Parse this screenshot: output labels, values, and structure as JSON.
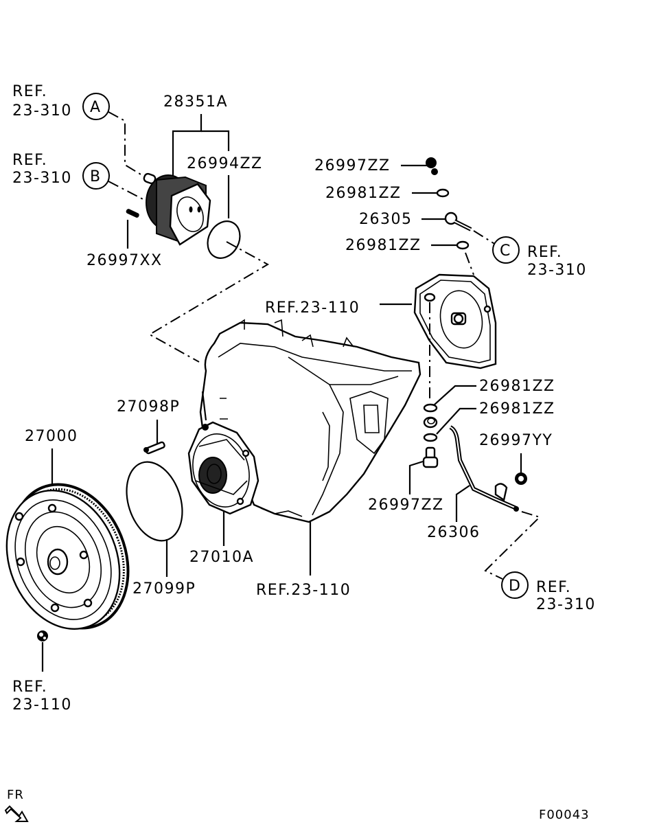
{
  "diagram": {
    "title_code": "F00043",
    "orientation": {
      "label": "FR",
      "icon": "front-arrow-icon"
    },
    "callouts": [
      {
        "letter": "A",
        "ref_line1": "REF.",
        "ref_line2": "23-310"
      },
      {
        "letter": "B",
        "ref_line1": "REF.",
        "ref_line2": "23-310"
      },
      {
        "letter": "C",
        "ref_line1": "REF.",
        "ref_line2": "23-310"
      },
      {
        "letter": "D",
        "ref_line1": "REF.",
        "ref_line2": "23-310"
      }
    ],
    "parts": {
      "oil_cooler_assy": "28351A",
      "oil_cooler_oring": "26994ZZ",
      "oil_cooler_bolt": "26997XX",
      "eye_bolt_top": "26997ZZ",
      "gasket_top_1": "26981ZZ",
      "oil_pipe_upper": "26305",
      "gasket_top_2": "26981ZZ",
      "rear_cover_ref": "REF.23-110",
      "gasket_lower_1": "26981ZZ",
      "gasket_lower_2": "26981ZZ",
      "nut_yy": "26997YY",
      "eye_bolt_lower": "26997ZZ",
      "oil_pipe_lower": "26306",
      "torque_converter": "27000",
      "pump_bolt": "27098P",
      "pump_oring": "27099P",
      "oil_pump": "27010A",
      "case_ref": "REF.23-110",
      "tc_nut_ref_line1": "REF.",
      "tc_nut_ref_line2": "23-110"
    }
  }
}
